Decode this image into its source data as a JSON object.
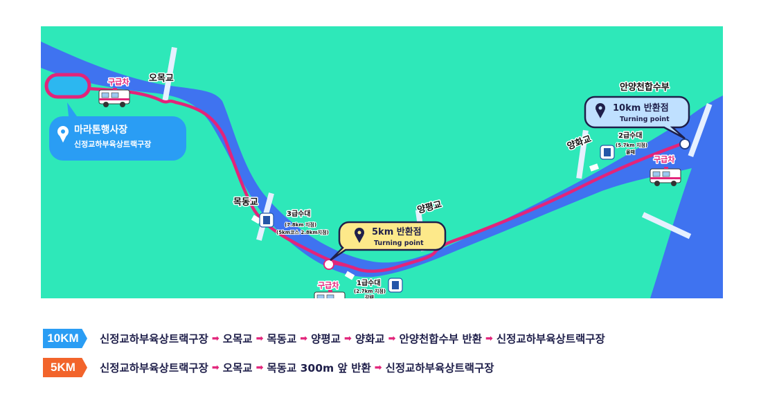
{
  "map": {
    "places": {
      "omokgyo": "오목교",
      "mokdonggyo": "목동교",
      "yangpyeonggyo": "양평교",
      "yanghwagyo": "양화교",
      "anyangcheon": "안양천합수부"
    },
    "ambulance_label": "구급차",
    "start": {
      "title": "마라톤행사장",
      "subtitle": "신정교하부육상트랙구장"
    },
    "turn_5k": {
      "title": "5km 반환점",
      "subtitle": "Turning point"
    },
    "turn_10k": {
      "title": "10km 반환점",
      "subtitle": "Turning point"
    },
    "water_1": {
      "name": "1급수대",
      "detail": "(2.7km 지점)",
      "note": "갈때"
    },
    "water_2": {
      "name": "2급수대",
      "detail": "(5.7km 지점)",
      "note": "올때"
    },
    "water_3": {
      "name": "3급수대",
      "detail": "(7.8km 지점)",
      "note": "(5km코스 2.8km지점)"
    },
    "colors": {
      "land": "#2ee8b9",
      "river": "#3f73f0",
      "route": "#e2247a",
      "start_bubble": "#2a9df4",
      "bubble_5k": "#fde98a",
      "bubble_10k": "#bfe0ff"
    }
  },
  "legend": [
    {
      "badge": "10KM",
      "color": "#2a9df4",
      "stops": [
        "신정교하부육상트랙구장",
        "오목교",
        "목동교",
        "양평교",
        "양화교",
        "안양천합수부 반환",
        "신정교하부육상트랙구장"
      ]
    },
    {
      "badge": "5KM",
      "color": "#f2642b",
      "stops": [
        "신정교하부육상트랙구장",
        "오목교",
        "목동교 300m 앞 반환",
        "신정교하부육상트랙구장"
      ]
    }
  ]
}
